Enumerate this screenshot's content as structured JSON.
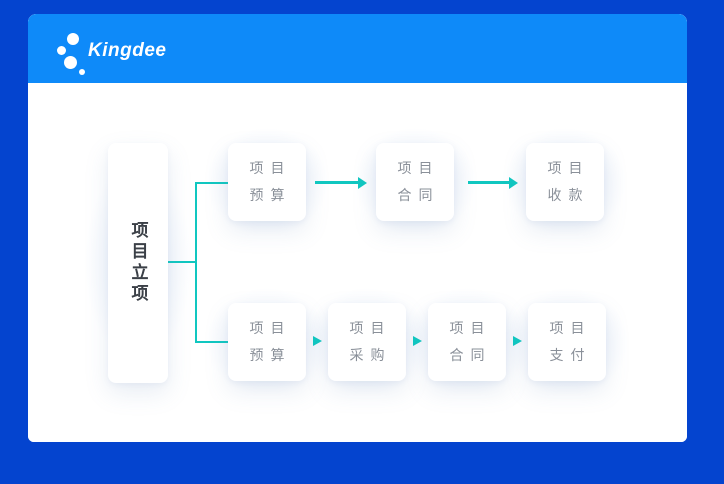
{
  "header": {
    "logo_text": "Kingdee"
  },
  "flowchart": {
    "root": {
      "label": "项目立项"
    },
    "top_row": {
      "boxes": [
        {
          "line1": "项目",
          "line2": "预算"
        },
        {
          "line1": "项目",
          "line2": "合同"
        },
        {
          "line1": "项目",
          "line2": "收款"
        }
      ]
    },
    "bottom_row": {
      "boxes": [
        {
          "line1": "项目",
          "line2": "预算"
        },
        {
          "line1": "项目",
          "line2": "采购"
        },
        {
          "line1": "项目",
          "line2": "合同"
        },
        {
          "line1": "项目",
          "line2": "支付"
        }
      ]
    }
  },
  "colors": {
    "frame": "#0444CF",
    "header": "#0E8AF9",
    "accent": "#10C7C0",
    "node-text": "#8A9099",
    "root-text": "#3B4047"
  }
}
